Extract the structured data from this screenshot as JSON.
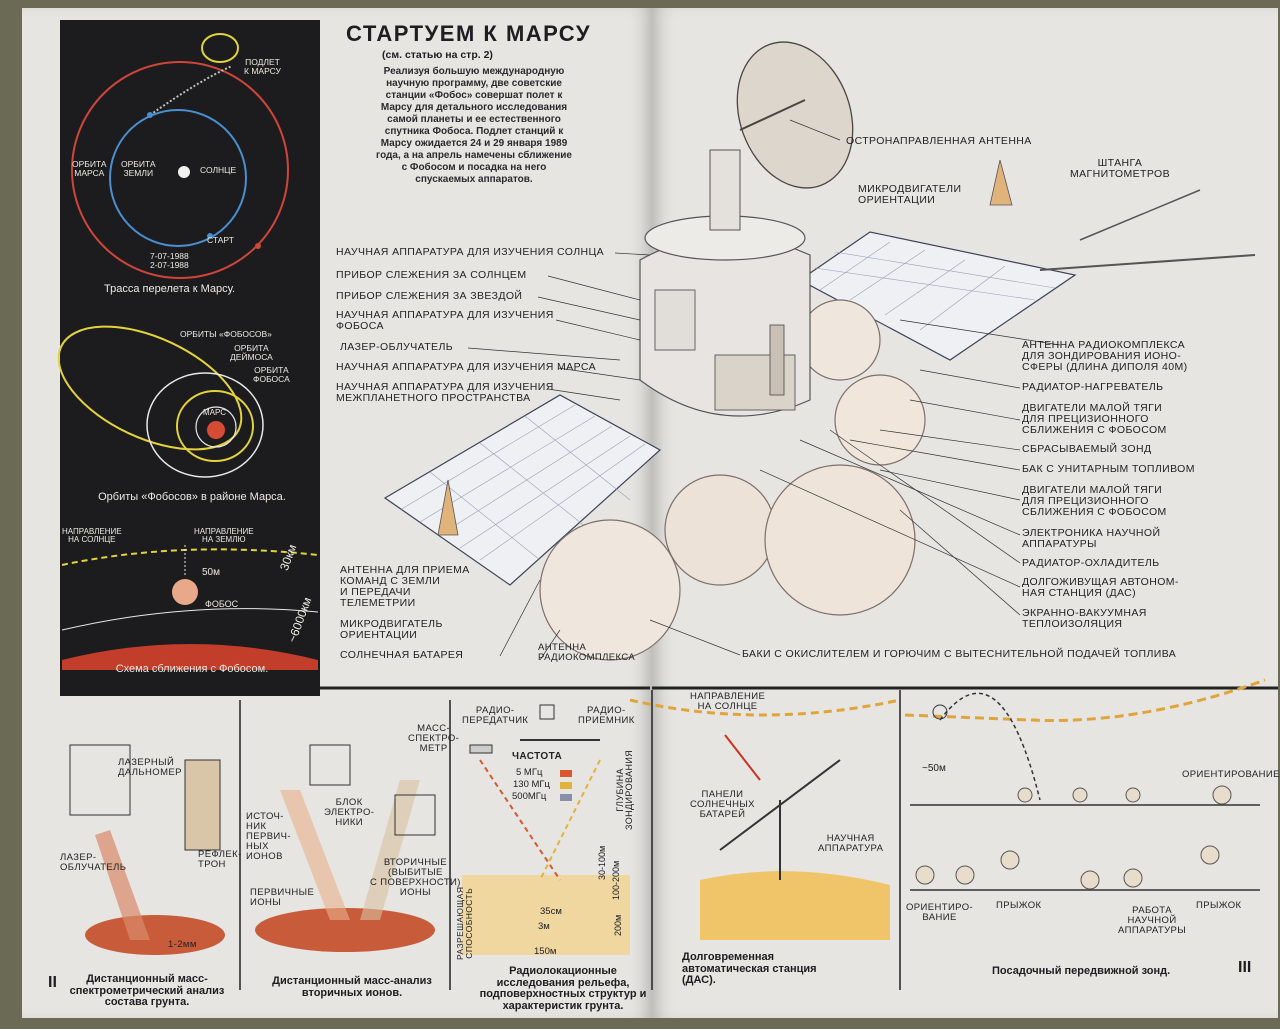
{
  "article": {
    "title": "СТАРТУЕМ К МАРСУ",
    "see_article": "(см. статью на стр. 2)",
    "intro": "Реализуя большую международную научную программу, две советские станции «Фобос» совершат полет к Марсу для детального исследования самой планеты и ее естественного спутника Фобоса. Подлет станций к Марсу ожидается 24 и 29 января 1989 года, а на апрель намечены сближение с Фобосом и посадка на него спускаемых аппаратов."
  },
  "flight_diagram": {
    "labels": {
      "approach": "ПОДЛЕТ\nК МАРСУ",
      "mars_orbit": "ОРБИТА\nМАРСА",
      "earth_orbit": "ОРБИТА\nЗЕМЛИ",
      "sun": "СОЛНЦЕ",
      "start": "СТАРТ",
      "dates": "7-07-1988\n2-07-1988"
    },
    "caption": "Трасса перелета к Марсу."
  },
  "orbits_diagram": {
    "labels": {
      "phobos_orbits": "ОРБИТЫ «ФОБОСОВ»",
      "deimos_orbit": "ОРБИТА\nДЕЙМОСА",
      "phobos_orbit": "ОРБИТА\nФОБОСА",
      "mars": "МАРС"
    },
    "caption": "Орбиты «Фобосов» в районе Марса."
  },
  "approach_diagram": {
    "labels": {
      "sun_direction": "НАПРАВЛЕНИЕ\nНА СОЛНЦЕ",
      "earth_direction": "НАПРАВЛЕНИЕ\nНА ЗЕМЛЮ",
      "d50": "50м",
      "d30": "30км",
      "d6000": "~6000км",
      "phobos": "ФОБОС"
    },
    "caption": "Схема сближения с Фобосом."
  },
  "spacecraft_labels": {
    "left": [
      "НАУЧНАЯ АППАРАТУРА ДЛЯ ИЗУЧЕНИЯ СОЛНЦА",
      "ПРИБОР СЛЕЖЕНИЯ ЗА СОЛНЦЕМ",
      "ПРИБОР СЛЕЖЕНИЯ ЗА ЗВЕЗДОЙ",
      "НАУЧНАЯ АППАРАТУРА ДЛЯ ИЗУЧЕНИЯ\nФОБОСА",
      "ЛАЗЕР-ОБЛУЧАТЕЛЬ",
      "НАУЧНАЯ АППАРАТУРА ДЛЯ ИЗУЧЕНИЯ МАРСА",
      "НАУЧНАЯ АППАРАТУРА ДЛЯ ИЗУЧЕНИЯ\nМЕЖПЛАНЕТНОГО ПРОСТРАНСТВА"
    ],
    "left_bottom": [
      "АНТЕННА ДЛЯ ПРИЕМА\nКОМАНД С ЗЕМЛИ\nИ ПЕРЕДАЧИ\nТЕЛЕМЕТРИИ",
      "МИКРОДВИГАТЕЛЬ\nОРИЕНТАЦИИ",
      "СОЛНЕЧНАЯ БАТАРЕЯ",
      "АНТЕННА\nРАДИОКОМПЛЕКСА"
    ],
    "right_top": [
      "ОСТРОНАПРАВЛЕННАЯ АНТЕННА",
      "ШТАНГА\nМАГНИТОМЕТРОВ",
      "МИКРОДВИГАТЕЛИ\nОРИЕНТАЦИИ"
    ],
    "right": [
      "АНТЕННА РАДИОКОМПЛЕКСА\nДЛЯ ЗОНДИРОВАНИЯ ИОНО-\nСФЕРЫ (ДЛИНА ДИПОЛЯ 40м)",
      "РАДИАТОР-НАГРЕВАТЕЛЬ",
      "ДВИГАТЕЛИ МАЛОЙ ТЯГИ\nДЛЯ ПРЕЦИЗИОННОГО\nСБЛИЖЕНИЯ С ФОБОСОМ",
      "СБРАСЫВАЕМЫЙ ЗОНД",
      "БАК С УНИТАРНЫМ ТОПЛИВОМ",
      "ДВИГАТЕЛИ МАЛОЙ ТЯГИ\nДЛЯ ПРЕЦИЗИОННОГО\nСБЛИЖЕНИЯ С ФОБОСОМ",
      "ЭЛЕКТРОНИКА НАУЧНОЙ\nАППАРАТУРЫ",
      "РАДИАТОР-ОХЛАДИТЕЛЬ",
      "ДОЛГОЖИВУЩАЯ АВТОНОМ-\nНАЯ СТАНЦИЯ (ДАС)",
      "ЭКРАННО-ВАКУУМНАЯ\nТЕПЛОИЗОЛЯЦИЯ"
    ],
    "tanks": "БАКИ С ОКИСЛИТЕЛЕМ И ГОРЮЧИМ С ВЫТЕСНИТЕЛЬНОЙ ПОДАЧЕЙ ТОПЛИВА"
  },
  "panel1": {
    "rangefinder": "ЛАЗЕРНЫЙ\nДАЛЬНОМЕР",
    "laser": "ЛАЗЕР-\nОБЛУЧАТЕЛЬ",
    "reflectron": "РЕФЛЕК-\nТРОН",
    "spot": "1-2мм",
    "caption": "Дистанционный масс-спектрометрический анализ состава грунта.",
    "roman": "II"
  },
  "panel2": {
    "mass_spec": "МАСС-\nСПЕКТРО-\nМЕТР",
    "electronics": "БЛОК\nЭЛЕКТРО-\nНИКИ",
    "source": "ИСТОЧ-\nНИК\nПЕРВИЧ-\nНЫХ\nИОНОВ",
    "primary": "ПЕРВИЧНЫЕ\nИОНЫ",
    "secondary": "ВТОРИЧНЫЕ\n(ВЫБИТЫЕ\nС ПОВЕРХНОСТИ)\nИОНЫ",
    "caption": "Дистанционный масс-анализ вторичных ионов."
  },
  "panel3": {
    "transmitter": "РАДИО-\nПЕРЕДАТЧИК",
    "receiver": "РАДИО-\nПРИЕМНИК",
    "frequency": "ЧАСТОТА",
    "f5": "5 МГц",
    "f130": "130 МГц",
    "f500": "500МГц",
    "f5_color": "#d9572e",
    "f130_color": "#e0b43a",
    "f500_color": "#8a8fa8",
    "depth": "ГЛУБИНА\nЗОНДИРОВАНИЯ",
    "resolution": "РАЗРЕШАЮЩАЯ\nСПОСОБНОСТЬ",
    "d30_100": "30-100м",
    "d100_200": "100-200м",
    "d200": "200м",
    "r35": "35см",
    "r3": "3м",
    "r150": "150м",
    "caption": "Радиолокационные исследования рельефа, подповерхностных структур и характеристик грунта."
  },
  "panel4": {
    "sun_direction": "НАПРАВЛЕНИЕ\nНА СОЛНЦЕ",
    "panels": "ПАНЕЛИ\nСОЛНЕЧНЫХ\nБАТАРЕЙ",
    "science": "НАУЧНАЯ\nАППАРАТУРА",
    "caption": "Долговременная автоматическая станция (ДАС)."
  },
  "panel5": {
    "d50": "~50м",
    "orientation": "ОРИЕНТИРОВАНИЕ",
    "orientation2": "ОРИЕНТИРО-\nВАНИЕ",
    "jump": "ПРЫЖОК",
    "work": "РАБОТА\nНАУЧНОЙ\nАППАРАТУРЫ",
    "jump2": "ПРЫЖОК",
    "caption": "Посадочный передвижной зонд.",
    "roman": "III"
  }
}
